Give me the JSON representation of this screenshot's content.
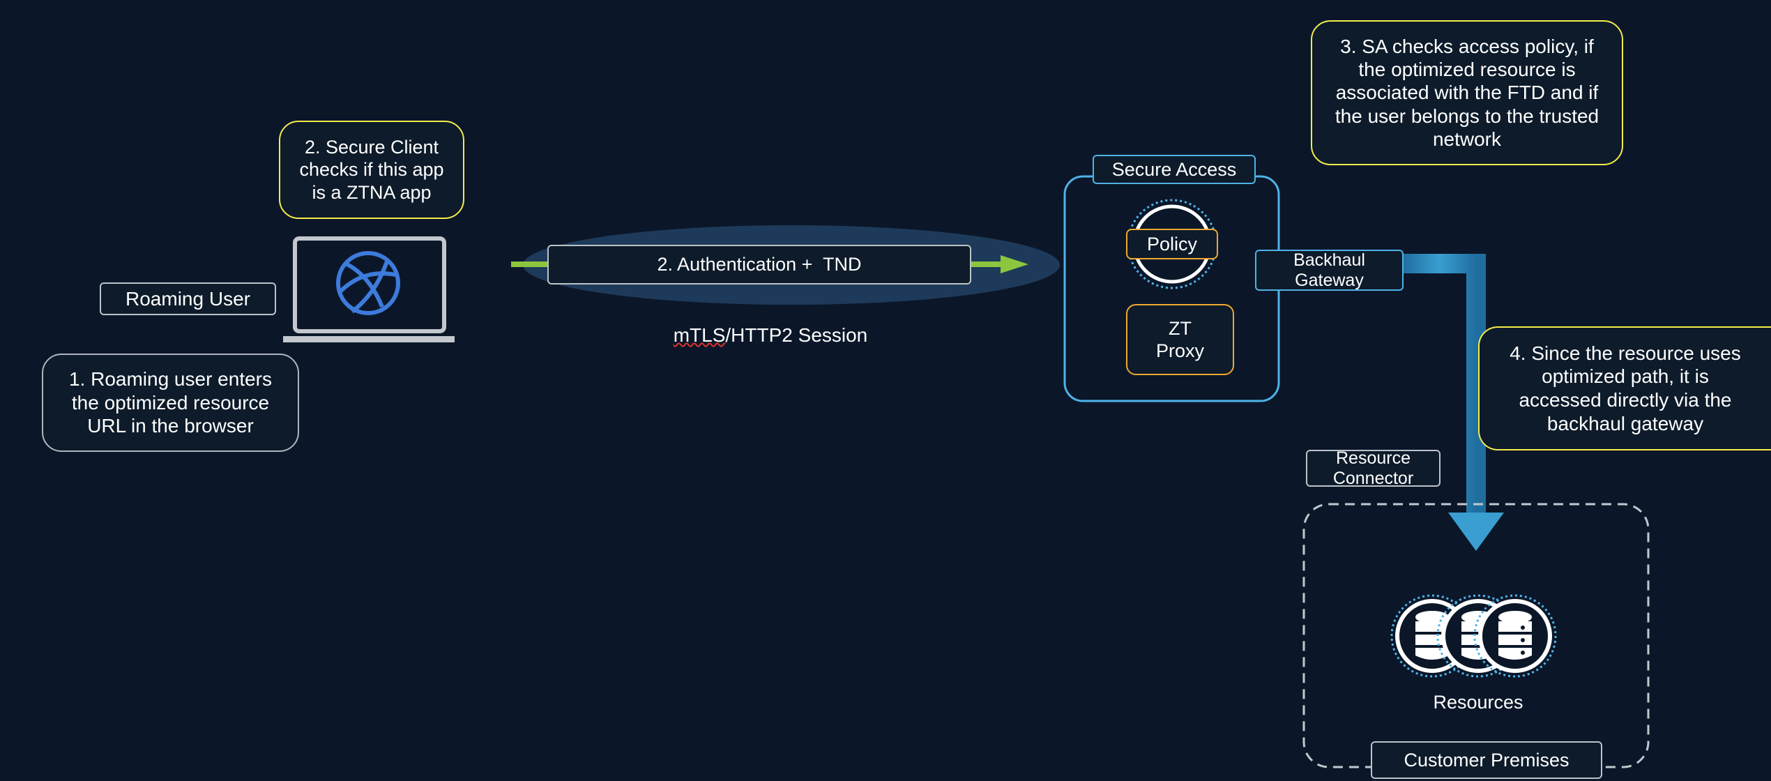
{
  "diagram": {
    "roaming_user_label": "Roaming User",
    "step1_text": "1. Roaming user enters the optimized resource URL in the browser",
    "step2_client_text": "2. Secure Client checks if this app is a ZTNA app",
    "tunnel_label": "2. Authentication +  TND",
    "session_label_prefix": "mTLS",
    "session_label_suffix": "/HTTP2 Session",
    "secure_access_label": "Secure Access",
    "policy_label": "Policy",
    "zt_proxy_label": "ZT Proxy",
    "backhaul_label": "Backhaul Gateway",
    "step3_text": "3. SA checks access policy, if the optimized resource is associated with the FTD and if the user belongs to the trusted network",
    "step4_text": "4. Since the resource uses optimized path, it is accessed directly via the backhaul gateway",
    "resource_connector_label": "Resource Connector",
    "resources_label": "Resources",
    "customer_premises_label": "Customer Premises"
  },
  "icons": [
    "laptop-icon",
    "browser-globe-icon",
    "policy-ring-icon",
    "database-icon"
  ],
  "colors": {
    "background": "#0b1729",
    "yellow_note": "#f5ec4a",
    "tunnel_fill": "#1e3a5a",
    "green_arrow": "#8cc63f",
    "secure_access_border": "#4fb3e8",
    "orange_box": "#f0a830",
    "globe_blue": "#3d7bdc"
  }
}
